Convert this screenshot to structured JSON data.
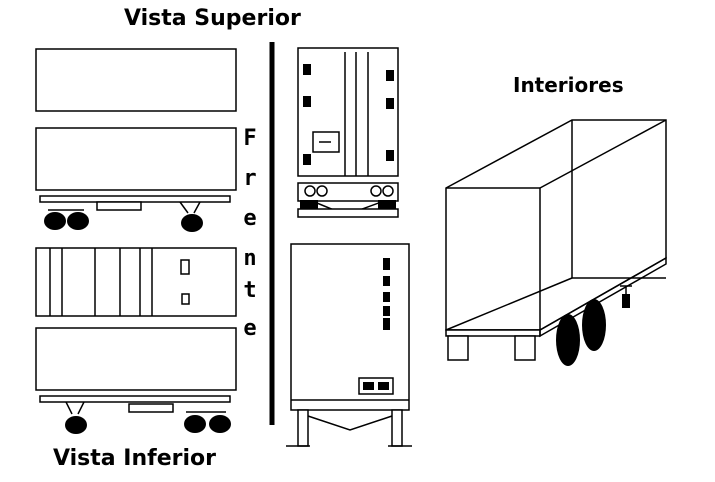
{
  "labels": {
    "top_view": "Vista Superior",
    "bottom_view": "Vista Inferior",
    "interiors": "Interiores",
    "front_letters": [
      "F",
      "r",
      "e",
      "n",
      "t",
      "e"
    ]
  },
  "colors": {
    "ink": "#000000",
    "background": "#ffffff"
  }
}
